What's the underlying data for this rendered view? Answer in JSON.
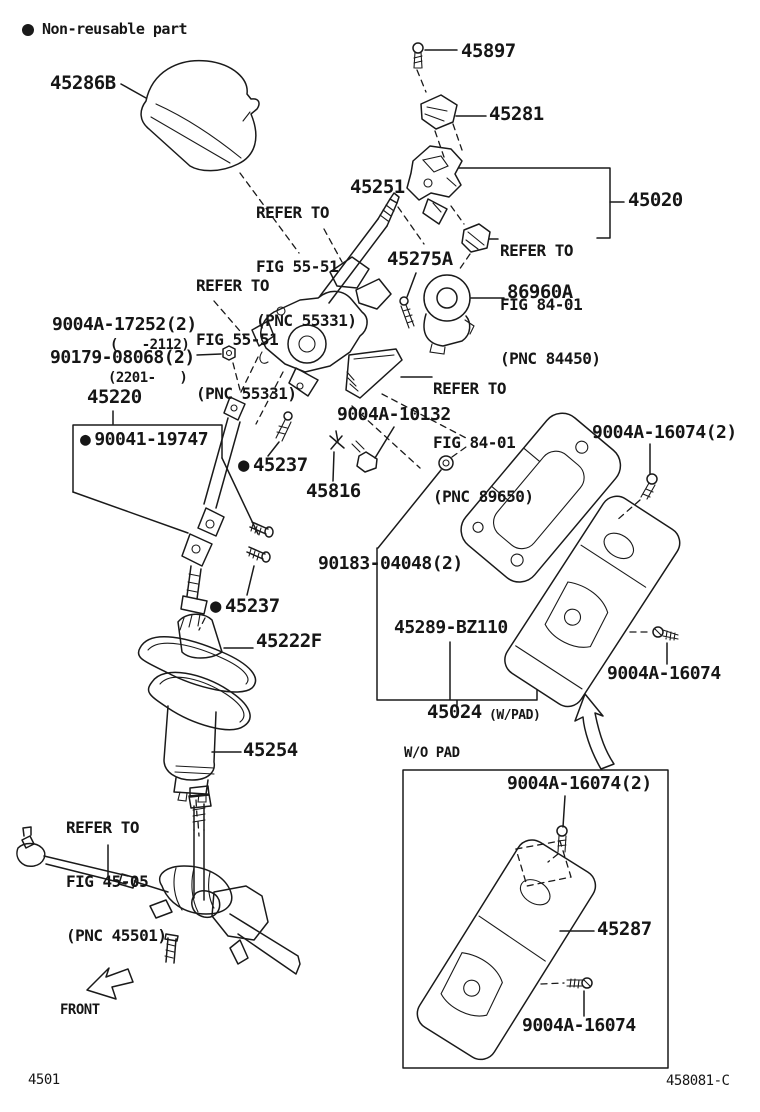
{
  "legend": {
    "bullet": "●",
    "text": "Non-reusable part"
  },
  "footer": {
    "left_code": "4501",
    "right_code": "458081-C"
  },
  "annotations": {
    "front": "FRONT",
    "wo_pad": "W/O PAD",
    "w_pad": "(W/PAD)"
  },
  "parts": {
    "p45286B": "45286B",
    "p45897": "45897",
    "p45281": "45281",
    "p45020": "45020",
    "p45251": "45251",
    "p45275A": "45275A",
    "p86960A": "86960A",
    "p9004A17252": "9004A-17252(2)",
    "p9004A17252_range": "(   -2112)",
    "p90179": "90179-08068(2)",
    "p90179_range": "(2201-   )",
    "p45220": "45220",
    "p90041": "90041-19747",
    "p45237_a": "45237",
    "p9004A10132": "9004A-10132",
    "p45816": "45816",
    "p9004A16074_2_top": "9004A-16074(2)",
    "p90183": "90183-04048(2)",
    "p45289": "45289-BZ110",
    "p45024": "45024",
    "p9004A16074_right": "9004A-16074",
    "p45237_b": "45237",
    "p45222F": "45222F",
    "p45254": "45254",
    "p9004A16074_2_box": "9004A-16074(2)",
    "p45287": "45287",
    "p9004A16074_box": "9004A-16074"
  },
  "references": {
    "r1": {
      "l1": "REFER TO",
      "l2": "FIG 55-51",
      "l3": "(PNC 55331)"
    },
    "r2": {
      "l1": "REFER TO",
      "l2": "FIG 55-51",
      "l3": "(PNC 55331)"
    },
    "r3": {
      "l1": "REFER TO",
      "l2": "FIG 84-01",
      "l3": "(PNC 84450)"
    },
    "r4": {
      "l1": "REFER TO",
      "l2": "FIG 84-01",
      "l3": "(PNC 89650)"
    },
    "r5": {
      "l1": "REFER TO",
      "l2": "FIG 45-05",
      "l3": "(PNC 45501)"
    }
  }
}
